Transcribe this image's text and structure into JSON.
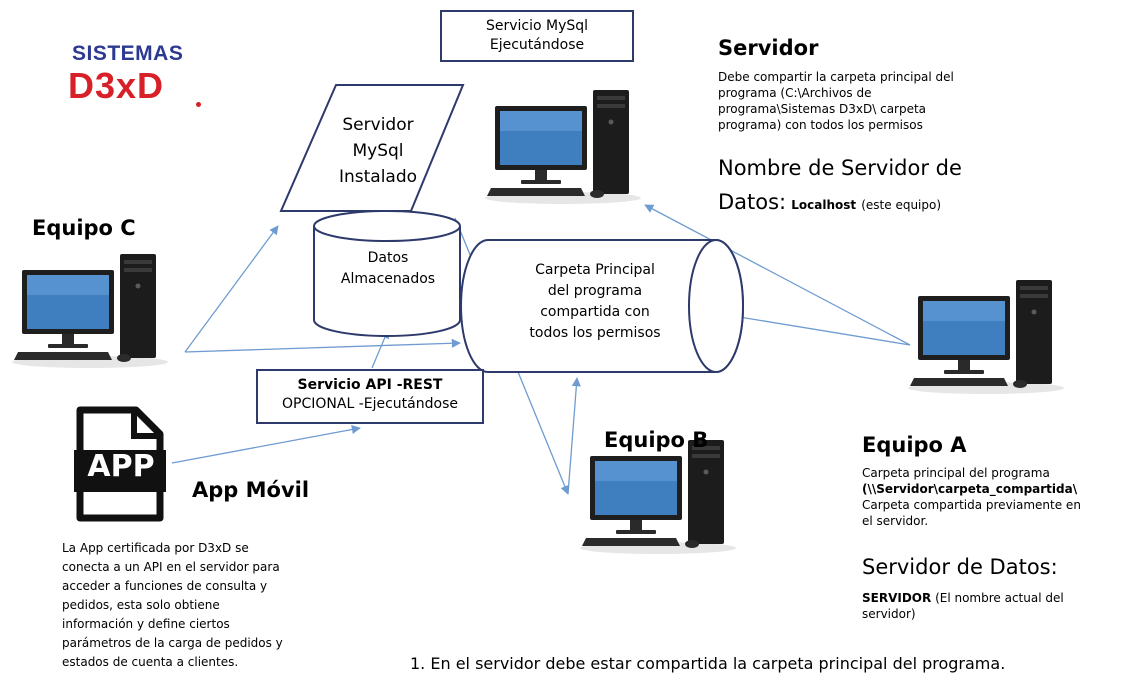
{
  "logo": {
    "line1": "SISTEMAS",
    "line2": "D3xD"
  },
  "mysql_service": {
    "line1": "Servicio MySql",
    "line2": "Ejecutándose"
  },
  "mysql_server_shape": {
    "line1": "Servidor",
    "line2": "MySql",
    "line3": "Instalado"
  },
  "data_cylinder": {
    "line1": "Datos",
    "line2": "Almacenados"
  },
  "shared_folder": {
    "line1": "Carpeta Principal",
    "line2": "del programa",
    "line3": "compartida con",
    "line4": "todos los permisos"
  },
  "api_box": {
    "line1": "Servicio API -REST",
    "line2": "OPCIONAL -Ejecutándose"
  },
  "servidor": {
    "title": "Servidor",
    "desc_line1": "Debe compartir la carpeta principal del",
    "desc_line2": "programa (C:\\Archivos de",
    "desc_line3": "programa\\Sistemas D3xD\\ carpeta",
    "desc_line4": "programa) con todos los permisos",
    "name_line1": "Nombre de Servidor de",
    "name_line2": "Datos:",
    "name_value": "Localhost",
    "name_note": "(este equipo)"
  },
  "equipo_c": {
    "title": "Equipo C"
  },
  "equipo_b": {
    "title": "Equipo B"
  },
  "equipo_a": {
    "title": "Equipo A",
    "line1": "Carpeta principal del programa",
    "line2": "(\\\\Servidor\\carpeta_compartida\\",
    "line3": "Carpeta compartida previamente en",
    "line4": "el servidor.",
    "datos_title": "Servidor de Datos:",
    "datos_value": "SERVIDOR",
    "datos_note_1": "(El nombre actual del",
    "datos_note_2": "servidor)"
  },
  "app": {
    "icon_label": "APP",
    "title": "App Móvil",
    "desc_line1": "La App certificada por D3xD se",
    "desc_line2": "conecta a un API en el servidor para",
    "desc_line3": "acceder a funciones de consulta y",
    "desc_line4": "pedidos, esta solo obtiene",
    "desc_line5": "información y define ciertos",
    "desc_line6": "parámetros de la carga de pedidos y",
    "desc_line7": "estados de cuenta a clientes."
  },
  "footnote": "1. En el servidor debe estar compartida la carpeta principal del programa.",
  "colors": {
    "arrow": "#6f9bd1",
    "box_border": "#2d3a6b",
    "logo_blue": "#2b3990",
    "logo_red": "#d72027"
  },
  "icons": [
    "desktop-computer-icon",
    "app-file-icon"
  ]
}
